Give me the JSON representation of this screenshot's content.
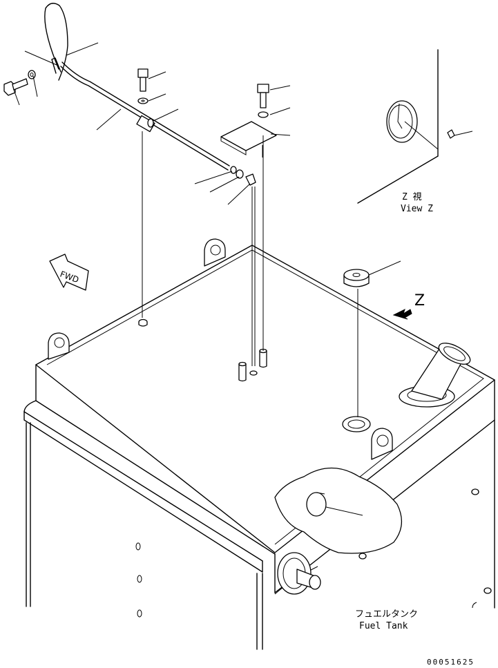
{
  "view_label": {
    "jp": "Z  視",
    "en": "View Z"
  },
  "z_marker": "Z",
  "fwd_label": "FWD",
  "tank_label": {
    "jp": "フュエルタンク",
    "en": "Fuel Tank"
  },
  "drawing_number": "00051625"
}
